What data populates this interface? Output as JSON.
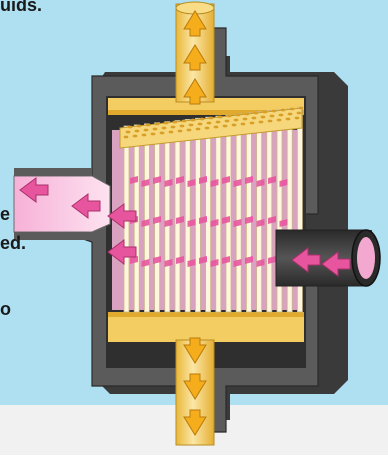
{
  "caption_fragments": [
    {
      "id": "frag-1",
      "text": "uids."
    },
    {
      "id": "frag-2",
      "text": "e"
    },
    {
      "id": "frag-3",
      "text": "ed."
    },
    {
      "id": "frag-4",
      "text": "o"
    }
  ],
  "colors": {
    "background": "#aee0f2",
    "lower_band": "#f1f1f1",
    "housing_dark": "#3c3c3c",
    "housing_mid": "#5a5a5a",
    "housing_light": "#787878",
    "tube_yellow": "#f3cd62",
    "tube_yellow_light": "#fbe7a6",
    "arrow_orange": "#f6ad1c",
    "fluid_pink": "#f7b1d7",
    "arrow_pink": "#e8559f",
    "fiber_cream": "#fff6de",
    "fiber_shadow": "#c9b88f"
  },
  "icons": [
    "flow-up-arrow-icon",
    "flow-down-arrow-icon",
    "flow-left-arrow-icon"
  ]
}
